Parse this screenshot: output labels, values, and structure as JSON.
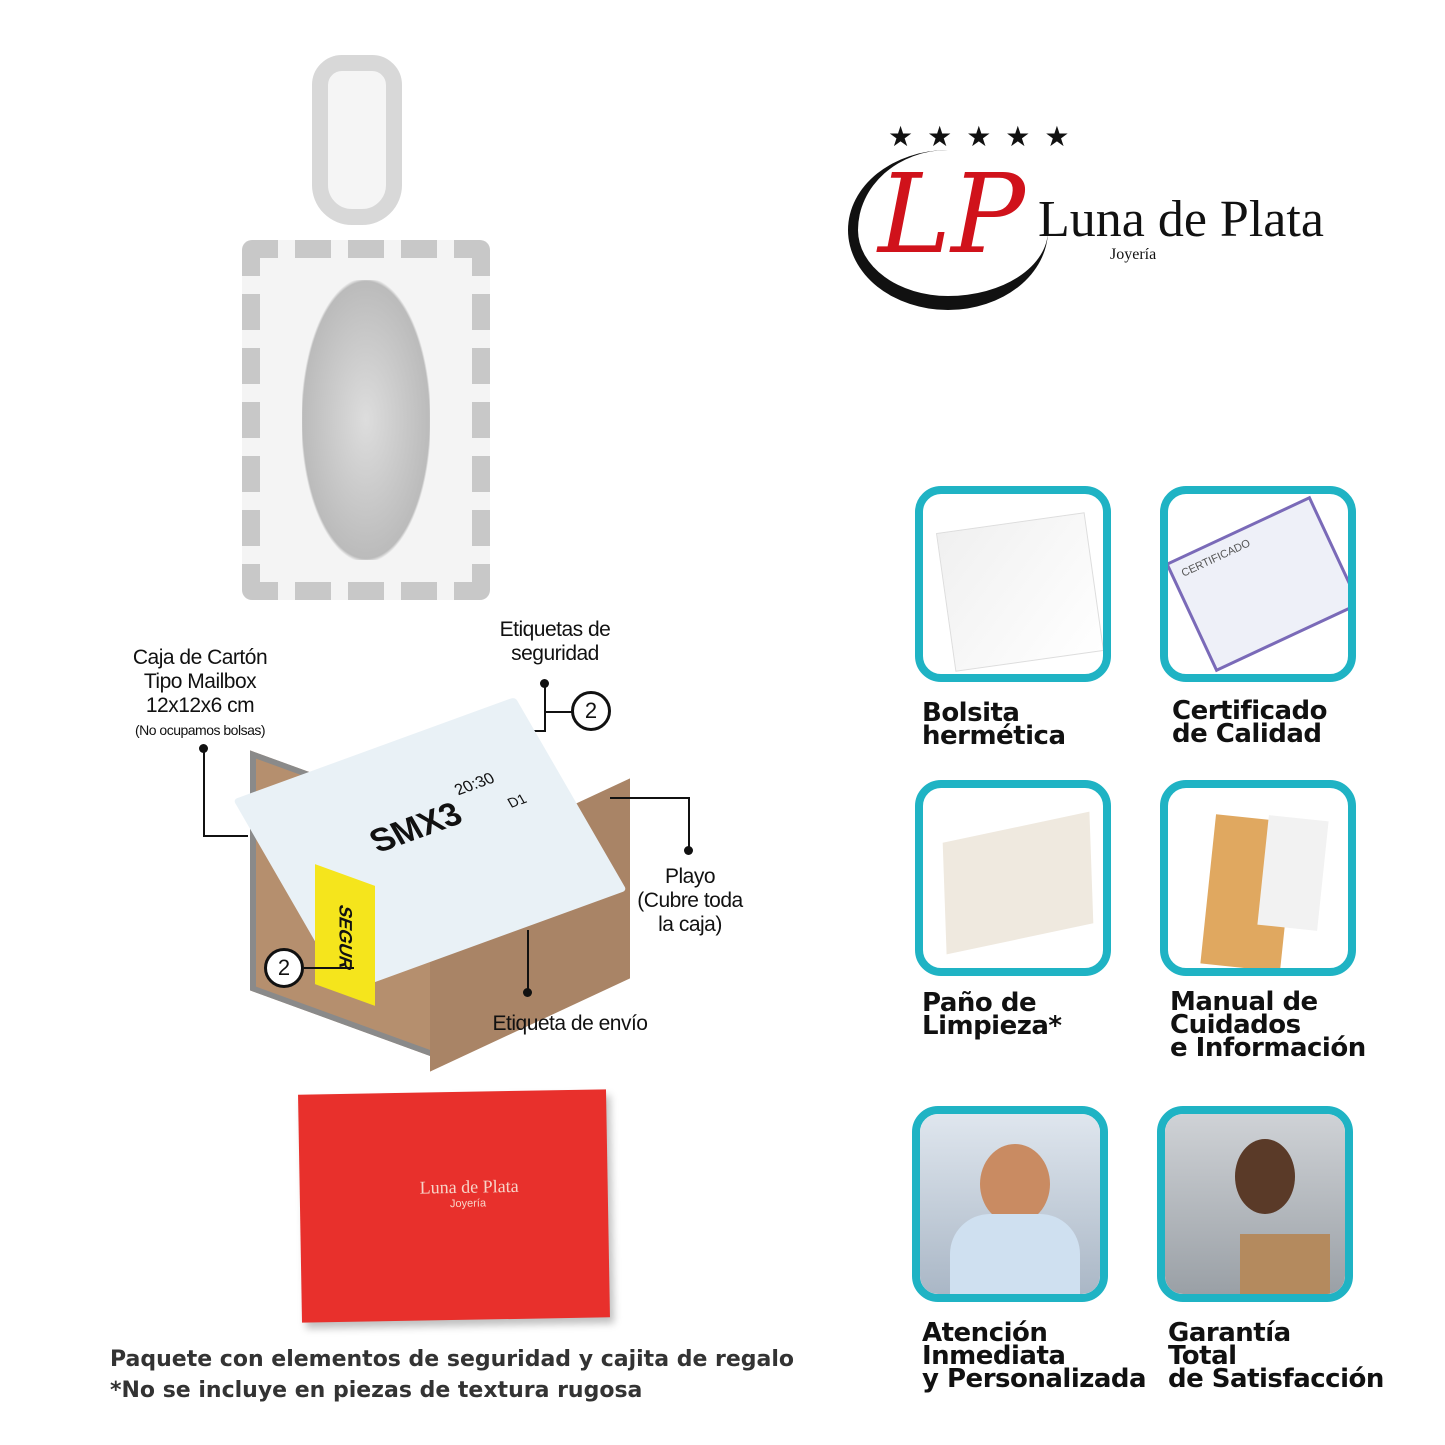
{
  "logo": {
    "name": "Luna de Plata",
    "sub": "Joyería"
  },
  "box_labels": {
    "box_type": [
      "Caja de Cartón",
      "Tipo Mailbox",
      "12x12x6 cm"
    ],
    "box_note": "(No ocupamos bolsas)",
    "security": [
      "Etiquetas de",
      "seguridad"
    ],
    "security_count": "2",
    "wrap": [
      "Playo",
      "(Cubre toda",
      "la caja)"
    ],
    "shipping": "Etiqueta de envío",
    "label_code": "SMX3",
    "label_time": "20:30",
    "label_route": "D1",
    "sticker": "SEGUR"
  },
  "gift_box": {
    "brand": "Luna de Plata",
    "sub": "Joyería"
  },
  "features": [
    {
      "line1": "Bolsita",
      "line2": "hermética"
    },
    {
      "line1": "Certificado",
      "line2": "de Calidad"
    },
    {
      "line1": "Paño de",
      "line2": "Limpieza*"
    },
    {
      "line1": "Manual de",
      "line2": "Cuidados",
      "line3": "e Información"
    },
    {
      "line1": "Atención",
      "line2": "Inmediata",
      "line3": "y Personalizada"
    },
    {
      "line1": "Garantía",
      "line2": "Total",
      "line3": "de Satisfacción"
    }
  ],
  "certificate_text": "CERTIFICADO",
  "footer": {
    "line1": "Paquete con elementos de seguridad y cajita de regalo",
    "line2": "*No se incluye en piezas de textura rugosa"
  },
  "colors": {
    "accent": "#1fb3c4",
    "brand_red": "#d0121b",
    "gift_red": "#e8302c"
  }
}
